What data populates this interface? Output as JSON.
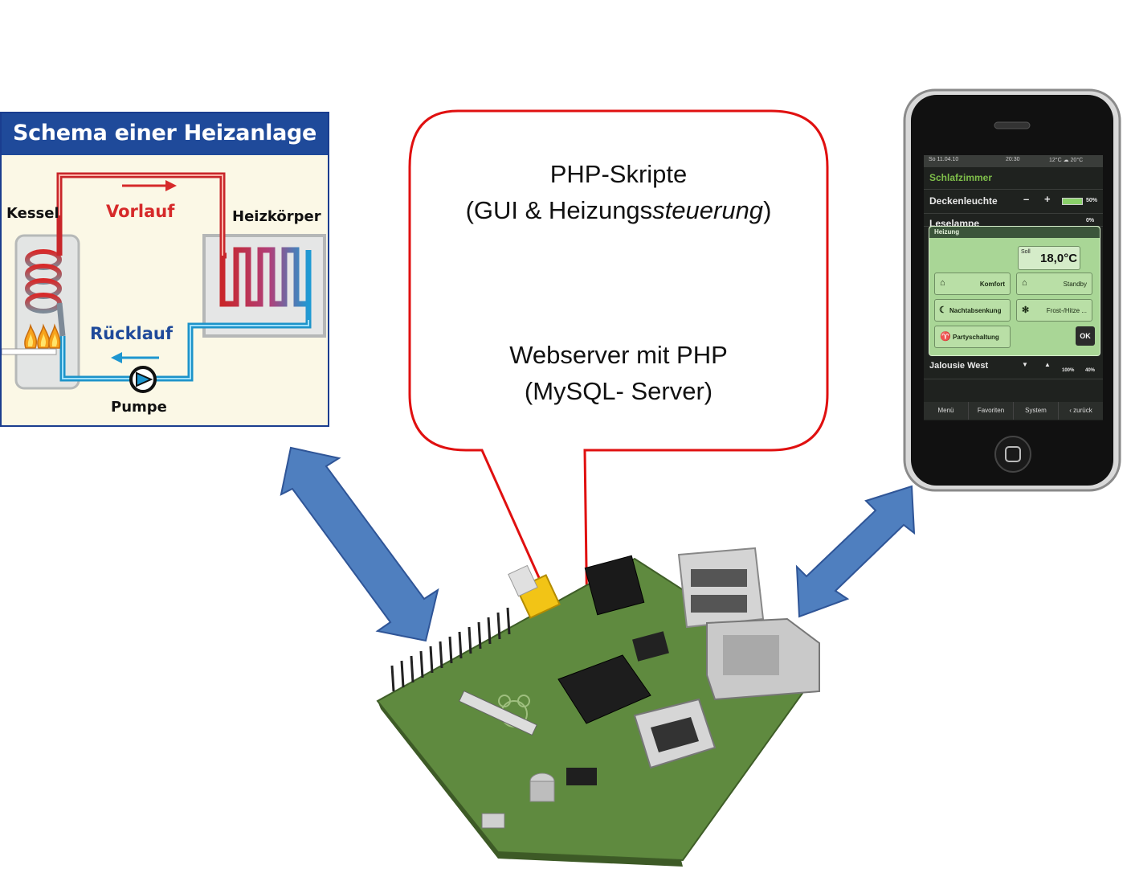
{
  "schema": {
    "title": "Schema einer Heizanlage",
    "labels": {
      "kessel": "Kessel",
      "vorlauf": "Vorlauf",
      "heizkoerper": "Heizkörper",
      "ruecklauf": "Rücklauf",
      "pumpe": "Pumpe"
    }
  },
  "bubble": {
    "line1": "PHP-Skripte",
    "line2_prefix": "(GUI & Heizungs",
    "line2_italic": "steuerung",
    "line2_suffix": ")",
    "line3": "Webserver mit PHP",
    "line4": "(MySQL- Server)"
  },
  "phone": {
    "status": {
      "date": "So 11.04.10",
      "time": "20:30",
      "temps": "12°C  ☁ 20°C"
    },
    "room": "Schlafzimmer",
    "rows": [
      {
        "label": "Deckenleuchte",
        "value": "50%"
      },
      {
        "label": "Leselampe",
        "value": "0%"
      }
    ],
    "popup": {
      "title": "Heizung",
      "soll_label": "Soll",
      "soll_value": "18,0°C",
      "buttons": [
        "Komfort",
        "Standby",
        "Nachtabsenkung",
        "Frost-/Hitze ...",
        "Partyschaltung"
      ],
      "ok": "OK"
    },
    "jalousie": {
      "label": "Jalousie West",
      "v1": "100%",
      "v2": "40%"
    },
    "footer": [
      "Menü",
      "Favoriten",
      "System",
      "‹ zurück"
    ]
  },
  "colors": {
    "bubble_border": "#e01010",
    "arrow": "#4f7fbf",
    "arrow_border": "#2f5597",
    "flow_hot": "#d92b2b",
    "flow_cold": "#1ea0d8",
    "schema_header": "#1f4a9a"
  }
}
